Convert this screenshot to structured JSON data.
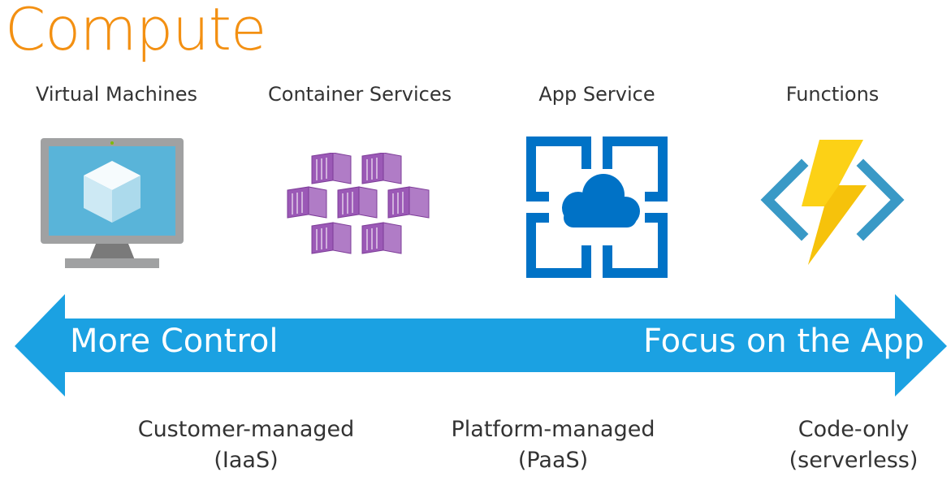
{
  "title": "Compute",
  "services": [
    {
      "label": "Virtual Machines",
      "icon": "virtual-machine-icon"
    },
    {
      "label": "Container Services",
      "icon": "container-services-icon"
    },
    {
      "label": "App Service",
      "icon": "app-service-icon"
    },
    {
      "label": "Functions",
      "icon": "functions-icon"
    }
  ],
  "arrow": {
    "left_text": "More Control",
    "right_text": "Focus on the App",
    "color": "#1ba1e2"
  },
  "management": [
    {
      "line1": "Customer-managed",
      "line2": "(IaaS)"
    },
    {
      "line1": "Platform-managed",
      "line2": "(PaaS)"
    },
    {
      "line1": "Code-only",
      "line2": "(serverless)"
    }
  ],
  "colors": {
    "title": "#f39012",
    "vm_screen": "#59b4d9",
    "container": "#9b59b6",
    "app_service": "#0072c6",
    "functions_bolt": "#fcd116",
    "functions_brackets": "#3999c6"
  }
}
